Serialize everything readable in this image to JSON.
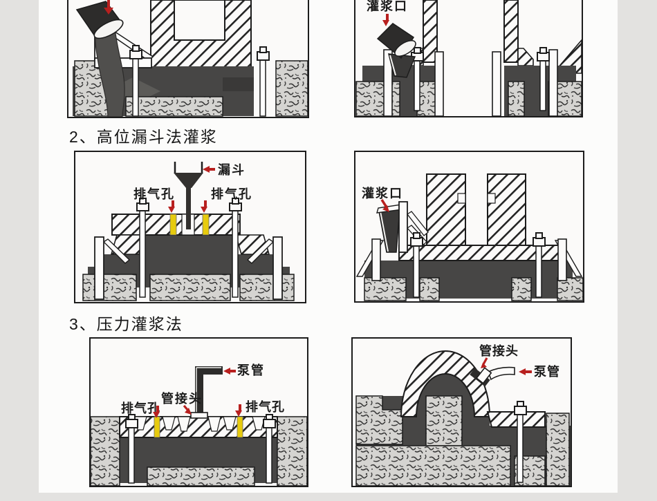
{
  "titles": {
    "section2": "2、高位漏斗法灌浆",
    "section3": "3、压力灌浆法"
  },
  "labels": {
    "grouting_port": "灌浆口",
    "funnel": "漏斗",
    "vent_hole": "排气孔",
    "pipe_joint": "管接头",
    "pump_pipe": "泵管"
  },
  "colors": {
    "page_bg": "#e3e2e0",
    "content_bg": "#fcfcfb",
    "arrow_red": "#b8201f",
    "vent_yellow": "#e7cb0e",
    "grout_dark": "#474645",
    "ink": "#1c1c1c"
  }
}
